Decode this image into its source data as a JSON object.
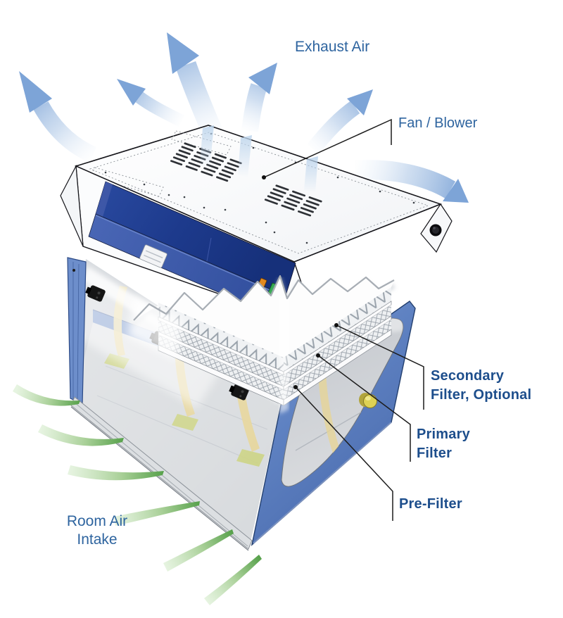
{
  "diagram": {
    "labels": {
      "exhaust_air": "Exhaust Air",
      "fan_blower": "Fan / Blower",
      "secondary_line1": "Secondary",
      "secondary_line2": "Filter, Optional",
      "primary_line1": "Primary",
      "primary_line2": "Filter",
      "pre_filter": "Pre-Filter",
      "room_air_line1": "Room Air",
      "room_air_line2": "Intake"
    },
    "colors": {
      "label_blue": "#2e649f",
      "label_bold_blue": "#1d4e8c",
      "exhaust_arrow_blue": "#7da4d7",
      "intake_arrow_green": "#57a14b",
      "cabinet_blue": "#5c80c2",
      "housing_navy": "#22418f",
      "control_strip_blue": "#3d5bad",
      "button_orange": "#e2891e",
      "button_green": "#2ca84a",
      "knob_yellow": "#ded254",
      "streamline_yellow": "#e6d597"
    }
  }
}
